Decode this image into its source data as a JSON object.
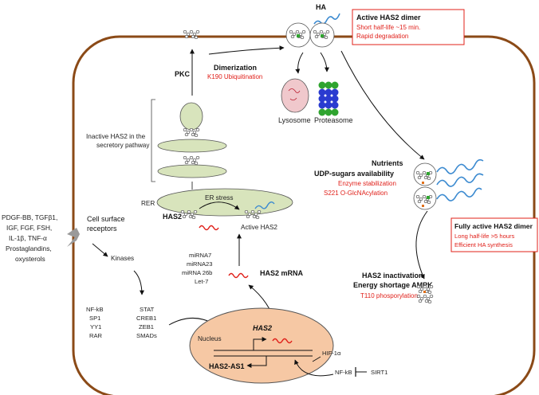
{
  "colors": {
    "cell_membrane": "#8b4a17",
    "organelle_fill": "#d8e4bc",
    "nucleus_fill": "#f6c8a4",
    "accent_red": "#e0201a",
    "ha_chain_blue": "#3b8ad0",
    "proteasome_blue": "#2a3bd0",
    "proteasome_green": "#2fa42f",
    "lysosome_fill": "#f0c8cc",
    "receptor_gray": "#9a9a9a"
  },
  "labels": {
    "ha": "HA",
    "dimerization": "Dimerization",
    "k190": "K190 Ubiquitination",
    "pkc": "PKC",
    "lysosome": "Lysosome",
    "proteasome": "Proteasome",
    "inactive_line1": "Inactive HAS2 in the",
    "inactive_line2": "secretory pathway",
    "rer": "RER",
    "er_stress": "ER stress",
    "has2_rer": "HAS2",
    "active_has2": "Active HAS2",
    "cell_surface_line1": "Cell surface",
    "cell_surface_line2": "receptors",
    "kinases": "Kinases",
    "mirna": [
      "miRNA7",
      "miRNA23",
      "miRNA 26b",
      "Let-7"
    ],
    "has2_mrna": "HAS2 mRNA",
    "nucleus": "Nucleus",
    "has2_gene": "HAS2",
    "has2_as1": "HAS2-AS1",
    "hif": "HIF-1α",
    "nfkb_right": "NF-kB",
    "sirt1": "SIRT1",
    "nutrients": "Nutrients",
    "udp": "UDP-sugars availability",
    "enzyme_stab": "Enzyme stabilization",
    "s221": "S221 O-GlcNAcylation",
    "inactivation": "HAS2 inactivation",
    "energy": "Energy shortage AMPK",
    "t110": "T110 phosporylation"
  },
  "growth_factors": [
    "PDGF-BB, TGFβ1,",
    "IGF, FGF, FSH,",
    "IL-1β, TNF-α",
    "Prostaglandins,",
    "oxysterols"
  ],
  "tf_left": [
    "NF-kB",
    "SP1",
    "YY1",
    "RAR"
  ],
  "tf_right": [
    "STAT",
    "CREB1",
    "ZEB1",
    "SMADs"
  ],
  "box_dimer": {
    "title": "Active HAS2 dimer",
    "line1": "Short half-life ~15 min.",
    "line2": "Rapid degradation"
  },
  "box_fully": {
    "title": "Fully active HAS2 dimer",
    "line1": "Long half-life >5 hours",
    "line2": "Efficient HA synthesis"
  }
}
